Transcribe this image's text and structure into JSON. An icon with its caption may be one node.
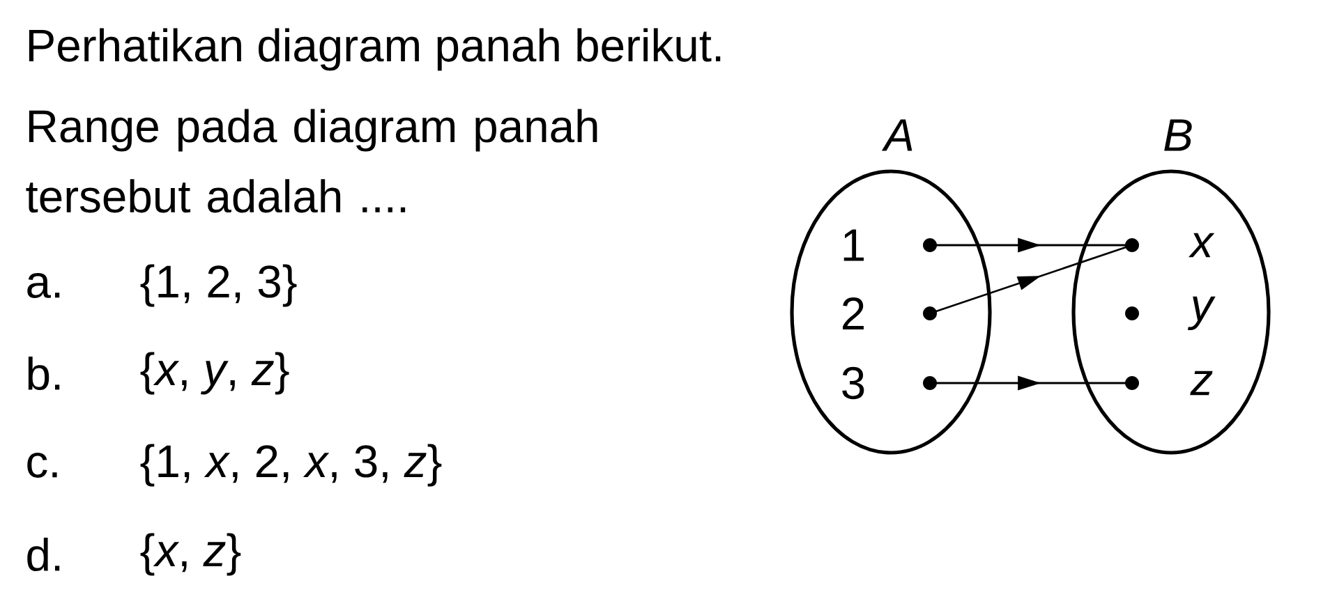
{
  "diagram": {
    "nodes": [
      {
        "text": [
          "A"
        ]
      },
      {
        "text": [
          "B"
        ]
      },
      {
        "text": [],
        "shape": "circle",
        "in": 0,
        "beside": [
          "1"
        ]
      },
      {
        "text": [],
        "shape": "circle",
        "in": 0,
        "beside": [
          "2"
        ]
      },
      {
        "text": [],
        "shape": "circle",
        "in": 0,
        "beside": [
          "3"
        ]
      },
      {
        "text": [],
        "shape": "circle",
        "in": 1,
        "beside": [
          "x"
        ]
      },
      {
        "text": [],
        "shape": "circle",
        "in": 1,
        "beside": [
          "y"
        ]
      },
      {
        "text": [],
        "shape": "circle",
        "in": 1,
        "beside": [
          "z"
        ]
      }
    ],
    "edges": [
      {
        "from": 2,
        "to": 5,
        "arrow": "to"
      },
      {
        "from": 3,
        "to": 5,
        "arrow": "to"
      },
      {
        "from": 4,
        "to": 7,
        "arrow": "to"
      }
    ],
    "labels": [
      "Perhatikan diagram panah berikut.",
      "Range pada diagram panah tersebut adalah ....",
      "a.",
      "{1, 2, 3}",
      "b.",
      "{*x*, *y*, *z*}",
      "c.",
      "{1, *x*, 2, *x*, 3, *z*}",
      "d.",
      "{*x*, *z*}"
    ]
  }
}
